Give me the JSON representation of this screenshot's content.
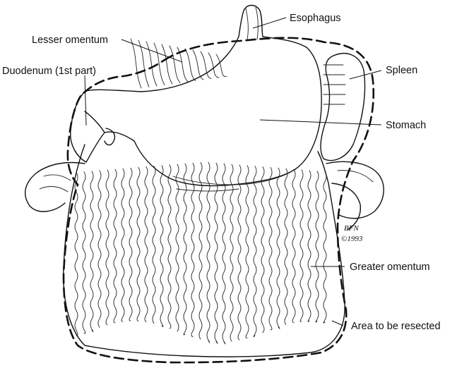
{
  "labels": {
    "esophagus": "Esophagus",
    "lesser_omentum": "Lesser omentum",
    "duodenum": "Duodenum (1st part)",
    "spleen": "Spleen",
    "stomach": "Stomach",
    "greater_omentum": "Greater omentum",
    "area_resected": "Area to be resected"
  },
  "signature": {
    "initials": "BFN",
    "year": "©1993"
  },
  "colors": {
    "ink": "#111111",
    "background": "#ffffff"
  }
}
